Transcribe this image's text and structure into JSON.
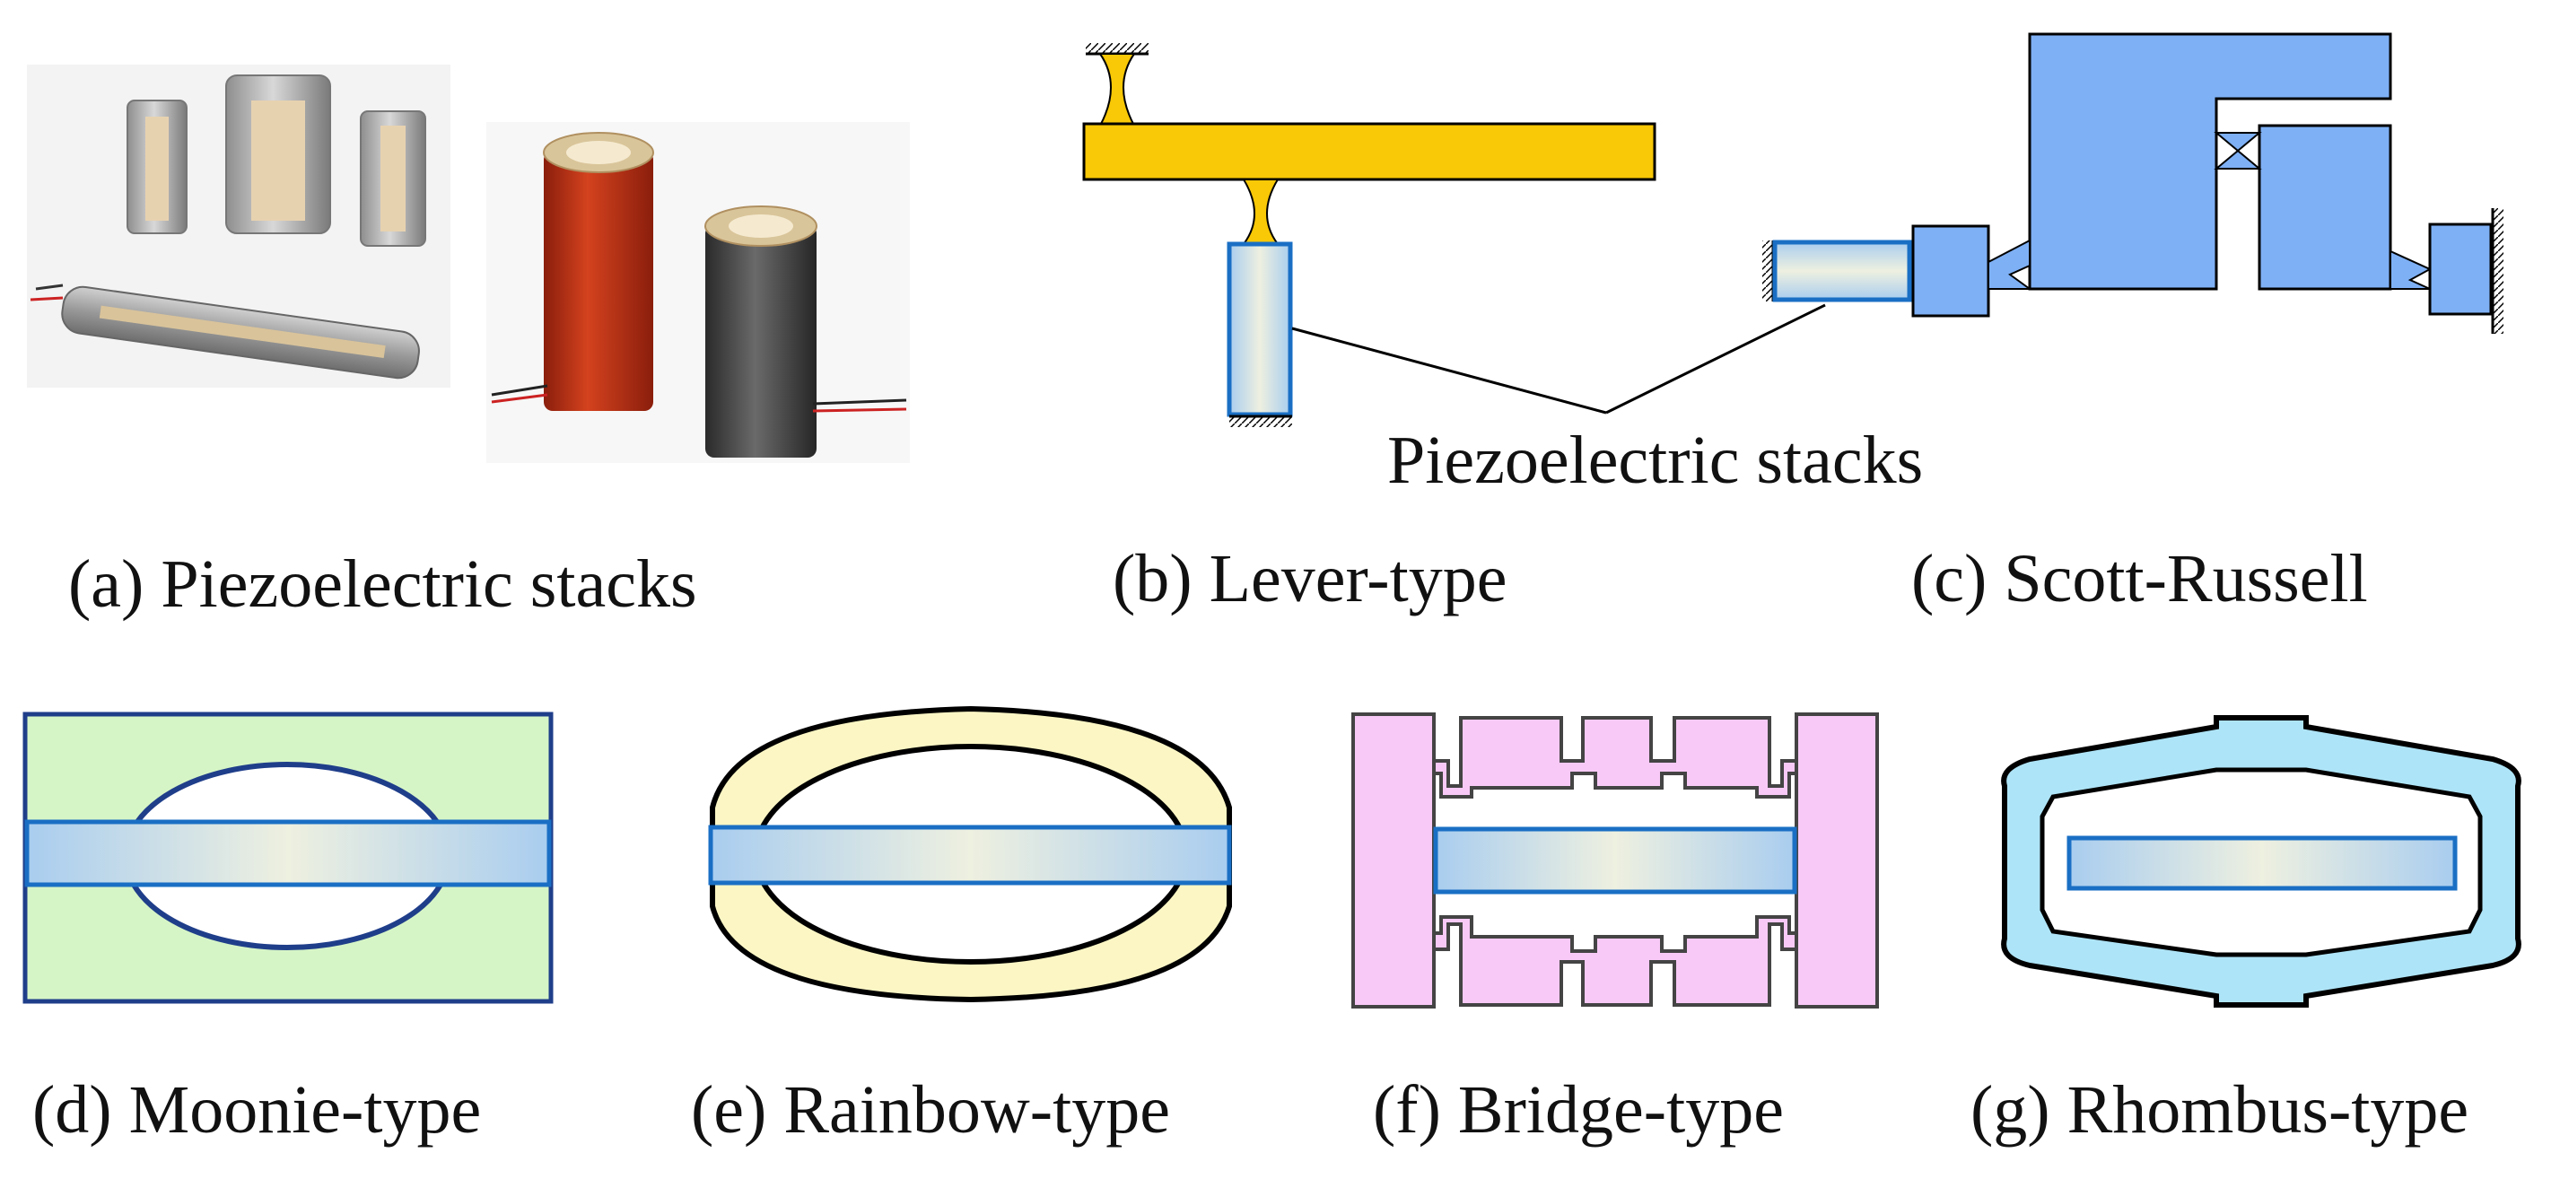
{
  "captions": {
    "a": "(a) Piezoelectric stacks",
    "b": "(b) Lever-type",
    "c": "(c) Scott-Russell",
    "d": "(d) Moonie-type",
    "e": "(e) Rainbow-type",
    "f": "(f) Bridge-type",
    "g": "(g) Rhombus-type"
  },
  "callout": "Piezoelectric stacks",
  "colors": {
    "stack_border": "#1a6fc4",
    "stack_light": "#eef0e0",
    "stack_blue": "#a9cdef",
    "lever": "#f9c806",
    "scott_russell": "#7eb0f5",
    "moonie_bg": "#d6f5c6",
    "moonie_outline": "#1f3e8a",
    "rainbow": "#fbf6c4",
    "bridge": "#f8c9f6",
    "rhombus": "#aee4f7"
  }
}
